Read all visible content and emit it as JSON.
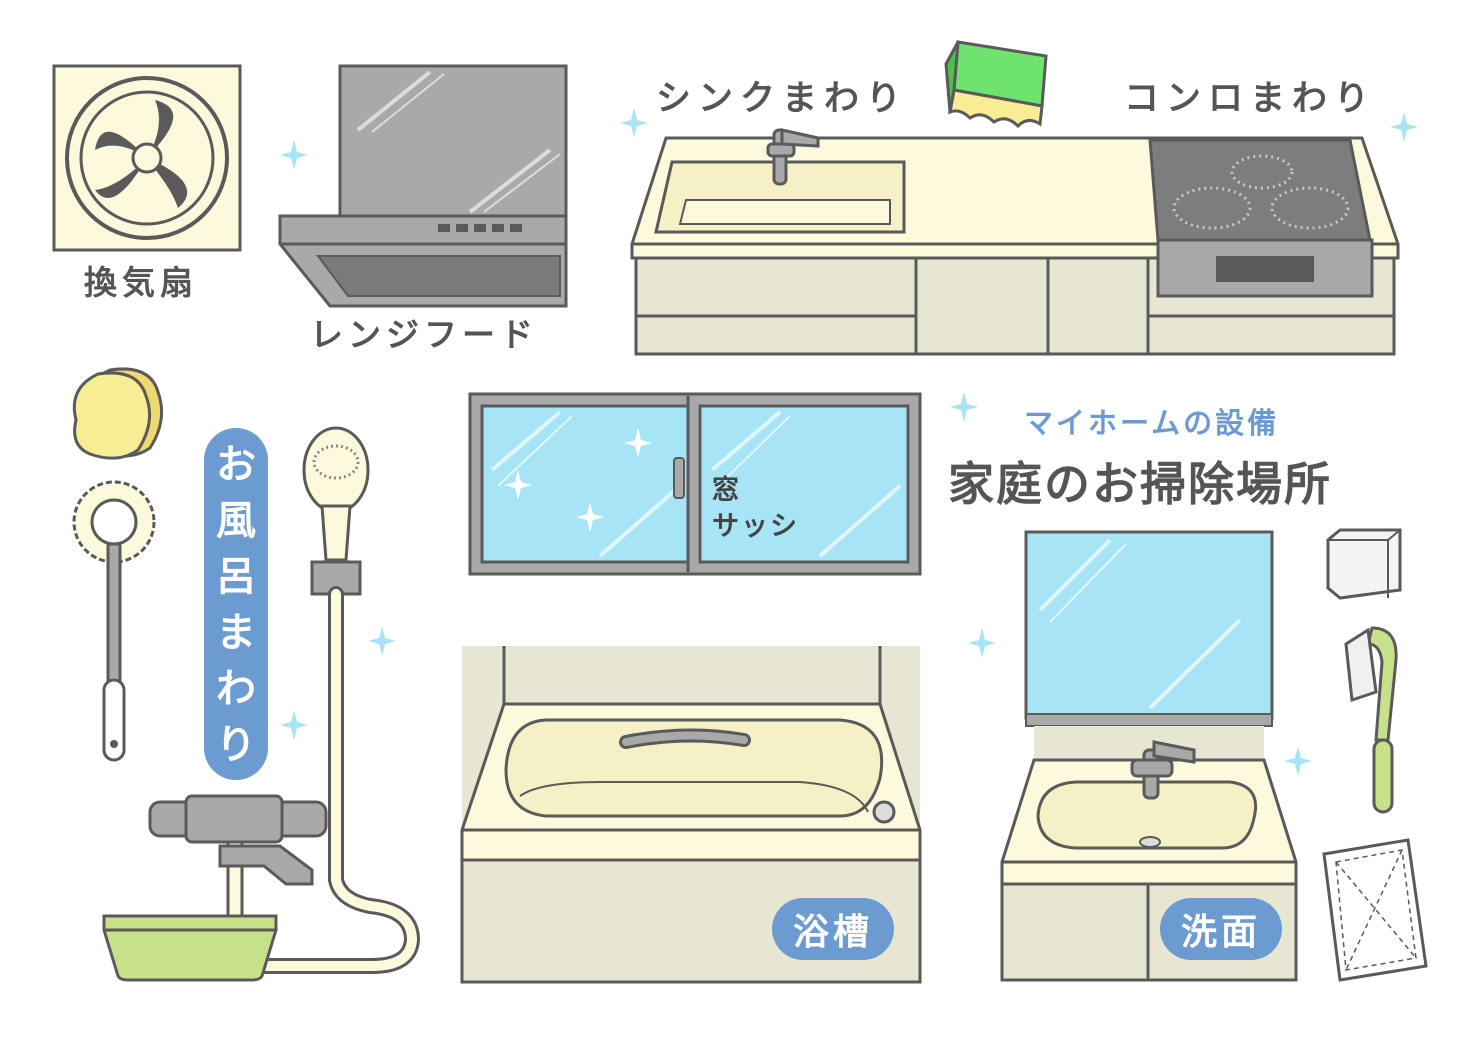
{
  "title": {
    "subtitle": "マイホームの設備",
    "main": "家庭のお掃除場所"
  },
  "labels": {
    "fan": "換気扇",
    "hood": "レンジフード",
    "sink": "シンクまわり",
    "stove": "コンロまわり",
    "window_line1": "窓",
    "window_line2": "サッシ",
    "bath_area": [
      "お",
      "風",
      "呂",
      "ま",
      "わ",
      "り"
    ],
    "bathtub": "浴槽",
    "washbasin": "洗面"
  },
  "colors": {
    "outline": "#5a5a5a",
    "cream": "#fdf9dc",
    "cabinet": "#e7e6d3",
    "glass": "#a6e4f6",
    "steel": "#a9a9a9",
    "badge": "#6c9bd2",
    "sparkle": "#a6e4f6",
    "sponge": "#f8ec94",
    "green": "#c6e18a"
  }
}
